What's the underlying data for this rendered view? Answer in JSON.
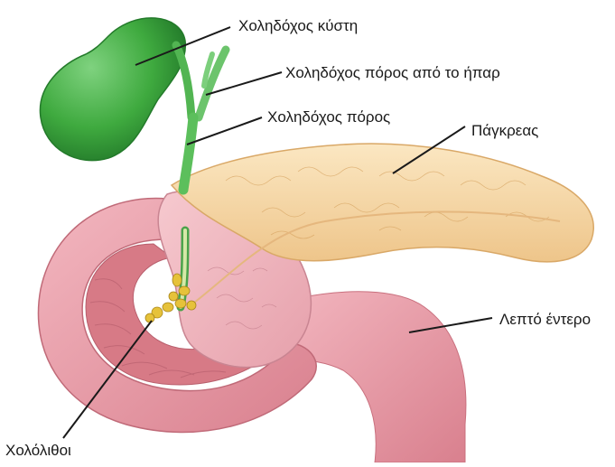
{
  "labels": {
    "gallbladder": "Χοληδόχος κύστη",
    "hepatic_duct": "Χοληδόχος πόρος από το ήπαρ",
    "common_bile_duct": "Χοληδόχος πόρος",
    "pancreas": "Πάγκρεας",
    "small_intestine": "Λεπτό έντερο",
    "gallstones": "Χολόλιθοι"
  },
  "colors": {
    "gallbladder": "#3faa3f",
    "bile_duct": "#6cc46c",
    "pancreas": "#f6d8a0",
    "intestine": "#e79aa6",
    "intestine_inner": "#d77a86",
    "gallstones": "#e6c23a",
    "leader_line": "#1a1a1a"
  }
}
